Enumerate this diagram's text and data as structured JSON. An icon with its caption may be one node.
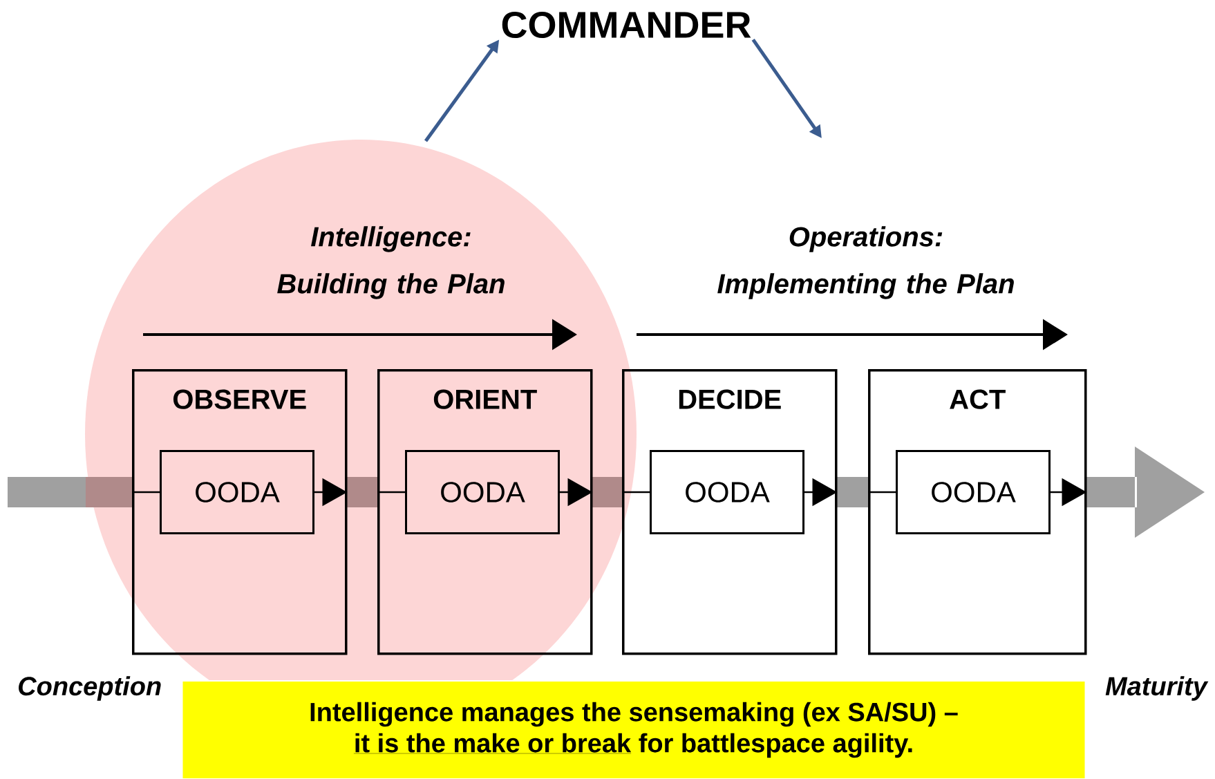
{
  "diagram": {
    "nodes": [
      {
        "text": [
          "COMMANDER"
        ]
      },
      {
        "text": [
          "OBSERVE"
        ]
      },
      {
        "text": [
          "OODA"
        ],
        "in": 1
      },
      {
        "text": [
          "ORIENT"
        ]
      },
      {
        "text": [
          "OODA"
        ],
        "in": 3
      },
      {
        "text": [
          "DECIDE"
        ]
      },
      {
        "text": [
          "OODA"
        ],
        "in": 5
      },
      {
        "text": [
          "ACT"
        ]
      },
      {
        "text": [
          "OODA"
        ],
        "in": 7
      },
      {
        "text": [
          "Intelligence manages the sensemaking  (ex SA/SU) –",
          "it is the make or break",
          "for battlespace agility."
        ]
      }
    ],
    "edges": [
      {
        "from": null,
        "to": 0,
        "arrow": "to",
        "color": "#3b5c8f"
      },
      {
        "from": 0,
        "to": null,
        "arrow": "to",
        "color": "#3b5c8f"
      },
      {
        "from": 1,
        "to": 2,
        "arrow": "none"
      },
      {
        "from": 2,
        "to": 1,
        "arrow": "to"
      },
      {
        "from": 3,
        "to": 4,
        "arrow": "none"
      },
      {
        "from": 4,
        "to": 3,
        "arrow": "to"
      },
      {
        "from": 5,
        "to": 6,
        "arrow": "none"
      },
      {
        "from": 6,
        "to": 5,
        "arrow": "to"
      },
      {
        "from": 7,
        "to": 8,
        "arrow": "none"
      },
      {
        "from": 8,
        "to": 7,
        "arrow": "to"
      }
    ],
    "labels": [
      "Intelligence: Building the Plan",
      "Operations: Implementing the Plan",
      "Conception",
      "Maturity"
    ]
  }
}
